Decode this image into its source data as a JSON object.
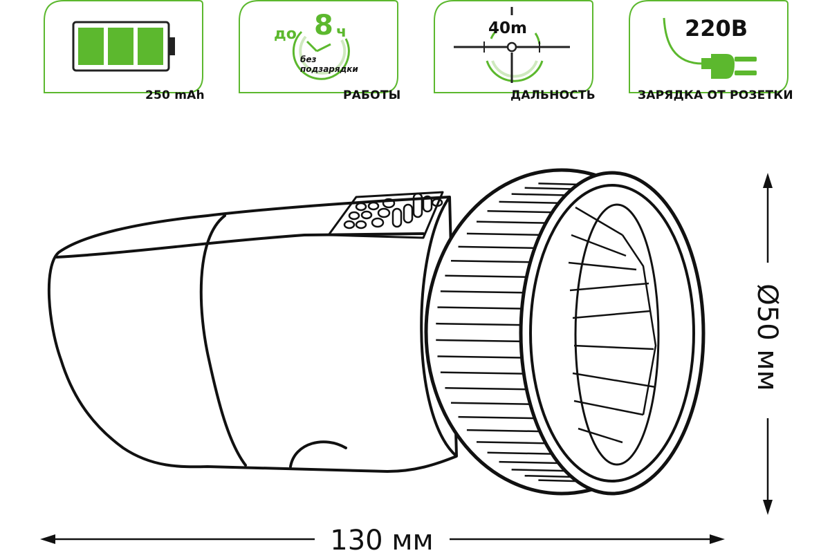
{
  "specs": {
    "battery": {
      "label": "250 mAh",
      "icon": "battery-full-icon"
    },
    "runtime": {
      "prefix": "до",
      "value": "8",
      "unit": "ч",
      "note_line1": "без",
      "note_line2": "подзарядки",
      "label": "РАБОТЫ",
      "icon": "clock-icon"
    },
    "range": {
      "value": "40m",
      "label": "ДАЛЬНОСТЬ",
      "icon": "crosshair-icon"
    },
    "charging": {
      "value": "220В",
      "label": "ЗАРЯДКА ОТ РОЗЕТКИ",
      "icon": "plug-icon"
    }
  },
  "dimensions": {
    "length": "130 мм",
    "diameter": "Ø50 мм"
  },
  "colors": {
    "accent": "#5cb82e",
    "accent_light": "#cfe9bf",
    "outline": "#111111"
  }
}
